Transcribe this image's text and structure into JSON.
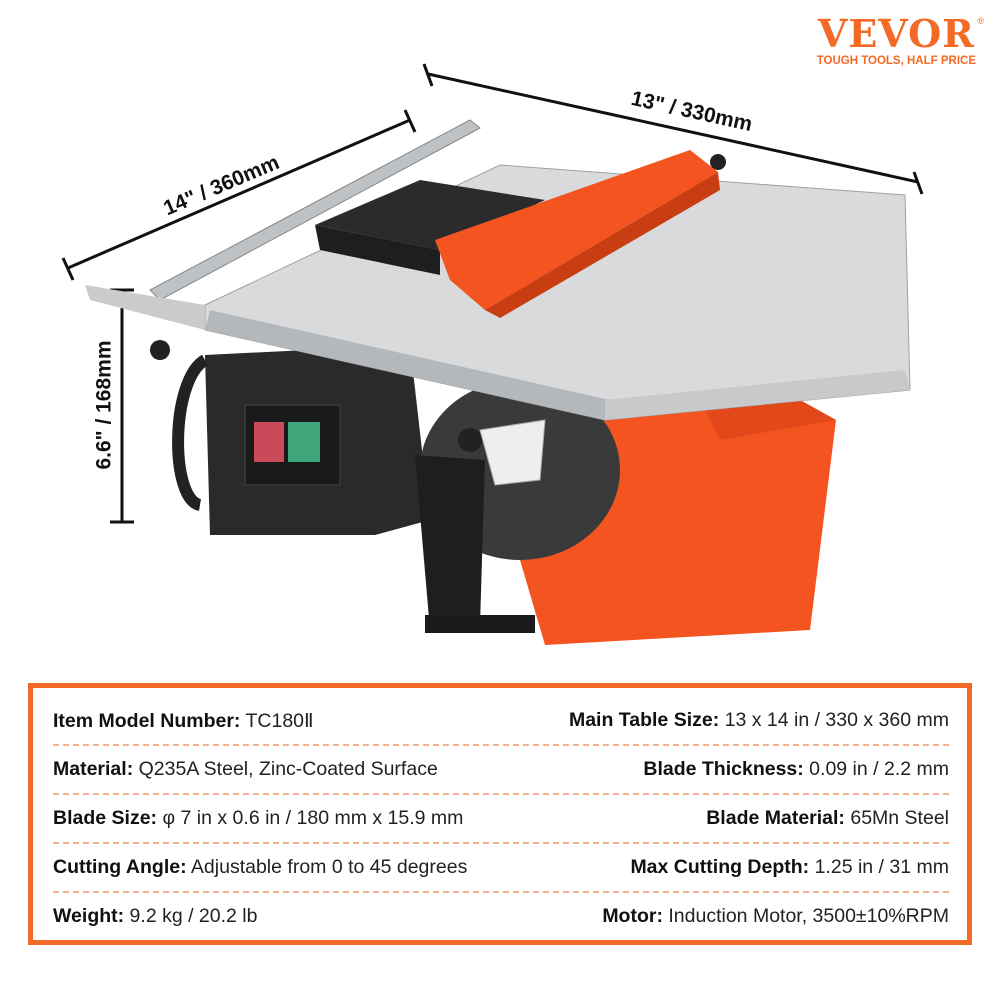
{
  "logo": {
    "brand": "VEVOR",
    "registered": "®",
    "tagline": "TOUGH TOOLS, HALF PRICE"
  },
  "dimensions": {
    "width": "13\" / 330mm",
    "depth": "14\" / 360mm",
    "height": "6.6\" / 168mm"
  },
  "colors": {
    "accent": "#f26a25",
    "separator": "#f5b08c"
  },
  "specs": [
    {
      "left": {
        "label": "Item Model Number:",
        "value": " TC180Ⅱ"
      },
      "right": {
        "label": "Main Table Size:",
        "value": " 13 x 14 in / 330 x 360 mm"
      }
    },
    {
      "left": {
        "label": "Material:",
        "value": " Q235A Steel, Zinc-Coated Surface"
      },
      "right": {
        "label": "Blade Thickness:",
        "value": " 0.09 in / 2.2 mm"
      }
    },
    {
      "left": {
        "label": "Blade Size:",
        "value": " φ 7 in x 0.6 in / 180 mm x 15.9 mm"
      },
      "right": {
        "label": "Blade Material:",
        "value": " 65Mn Steel"
      }
    },
    {
      "left": {
        "label": "Cutting Angle:",
        "value": " Adjustable from 0 to 45 degrees"
      },
      "right": {
        "label": "Max Cutting Depth:",
        "value": " 1.25 in / 31 mm"
      }
    },
    {
      "left": {
        "label": "Weight:",
        "value": " 9.2 kg / 20.2 lb"
      },
      "right": {
        "label": "Motor:",
        "value": " Induction Motor, 3500±10%RPM"
      }
    }
  ]
}
